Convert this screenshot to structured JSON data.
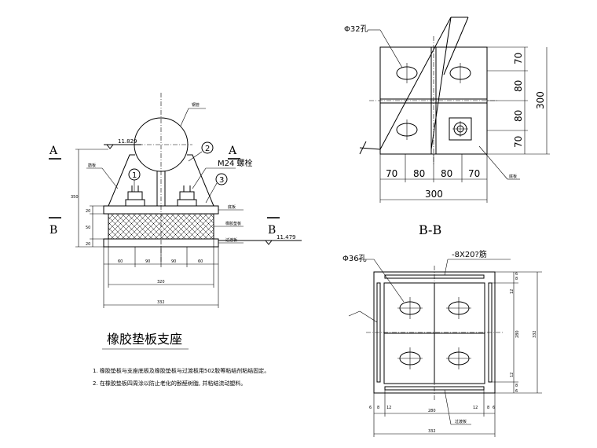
{
  "elevation": {
    "section_mark_left": "A",
    "section_mark_right": "A",
    "section_mark_b_left": "B",
    "section_mark_b_right": "B",
    "elev_top": "11.829",
    "elev_bottom": "11.479",
    "label_steel_pipe": "钢管",
    "label_rib": "筋板",
    "label_bolt": "M24 螺栓",
    "label_base_plate": "底板",
    "label_rubber_pad": "橡胶垫板",
    "label_transition_plate": "过渡板",
    "callout_1": "1",
    "callout_2": "2",
    "callout_3": "3",
    "dim_height_total": "350",
    "dim_h1": "20",
    "dim_h2": "50",
    "dim_h3": "20",
    "dim_bottom_a": "60",
    "dim_bottom_b": "90",
    "dim_bottom_c": "90",
    "dim_bottom_d": "60",
    "dim_bottom_320": "320",
    "dim_bottom_332": "332"
  },
  "plan_bb": {
    "hole_label": "Φ32孔",
    "dims_right": [
      "70",
      "80",
      "80",
      "70"
    ],
    "dim_right_total": "300",
    "dims_bottom": [
      "70",
      "80",
      "80",
      "70"
    ],
    "dim_bottom_total": "300",
    "label_base_plate": "底板",
    "section_title": "B-B"
  },
  "plan_transition": {
    "hole_label": "Φ36孔",
    "strip_label": "-8X20?筋",
    "dims_right_small": [
      "6",
      "8",
      "12",
      "12",
      "8",
      "6"
    ],
    "dim_right_mid": "280",
    "dim_right_total": "332",
    "dims_bottom_small": [
      "6",
      "8",
      "12",
      "12",
      "8",
      "6"
    ],
    "dim_bottom_mid": "280",
    "dim_bottom_total": "332",
    "label_transition_plate": "过渡板"
  },
  "notes": {
    "title": "橡胶垫板支座",
    "note_1": "1. 橡胶垫板与支座底板及橡胶垫板与过渡板用502胶等粘结剂粘结固定。",
    "note_2": "2. 在橡胶垫板四周涂以防止老化的酚醛树脂, 并粘结流动塑料。"
  }
}
